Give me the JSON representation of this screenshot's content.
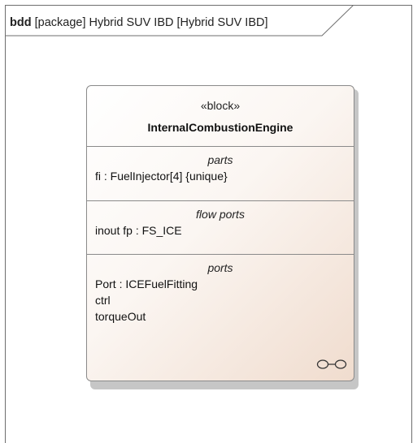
{
  "frame": {
    "keyword": "bdd",
    "title": "[package] Hybrid SUV IBD [Hybrid SUV IBD]"
  },
  "block": {
    "stereotype": "«block»",
    "name": "InternalCombustionEngine",
    "compartments": [
      {
        "title": "parts",
        "items": [
          "fi : FuelInjector[4] {unique}"
        ]
      },
      {
        "title": "flow ports",
        "items": [
          "inout fp : FS_ICE"
        ]
      },
      {
        "title": "ports",
        "items": [
          "Port : ICEFuelFitting",
          "ctrl",
          "torqueOut"
        ]
      }
    ]
  },
  "colors": {
    "border": "#8a8a8a",
    "gradient_start": "#ffffff",
    "gradient_end": "#f0dcce",
    "shadow": "#c6c6c6"
  },
  "icons": [
    "composite-glasses-icon"
  ]
}
